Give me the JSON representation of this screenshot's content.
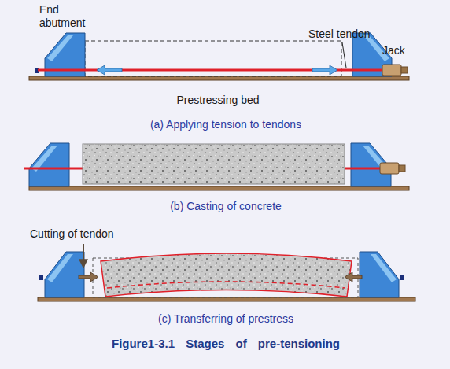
{
  "diagram": {
    "caption": "Figure1-3.1 Stages of pre-tensioning",
    "labels": [
      "End abutment",
      "Steel tendon",
      "Jack",
      "Prestressing bed",
      "(a) Applying tension to tendons",
      "(b) Casting of concrete",
      "Cutting of tendon",
      "(c) Transferring of prestress"
    ]
  }
}
